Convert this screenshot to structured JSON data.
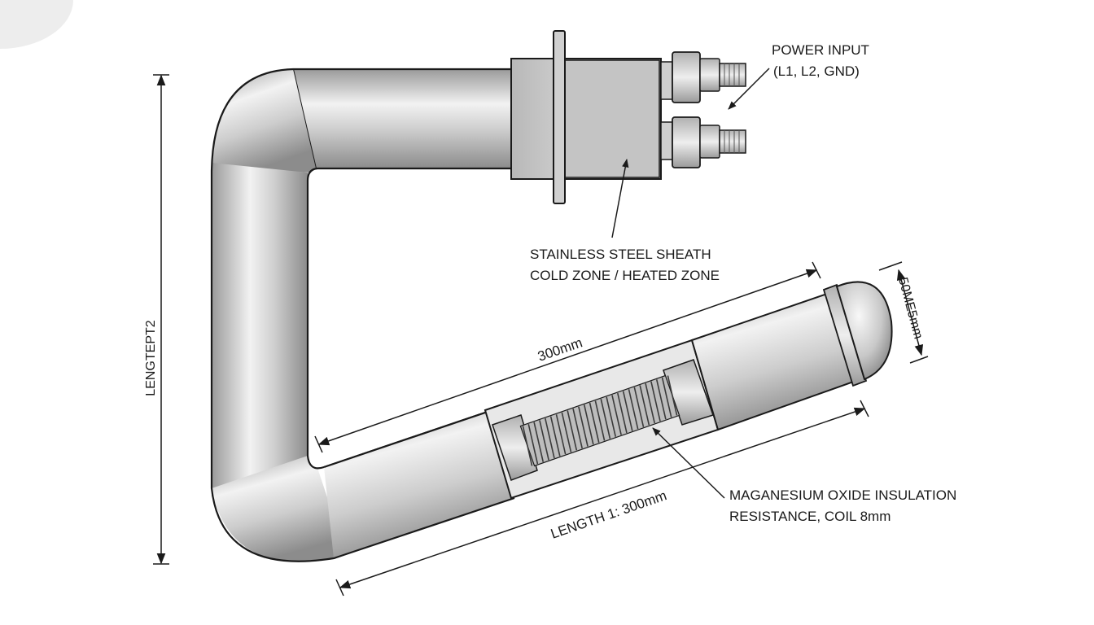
{
  "labels": {
    "power_input_line1": "POWER INPUT",
    "power_input_line2": "(L1, L2, GND)",
    "sheath_line1": "STAINLESS STEEL SHEATH",
    "sheath_line2": "COLD ZONE / HEATED ZONE",
    "insulation_line1": "MAGANESIUM OXIDE INSULATION",
    "insulation_line2": "RESISTANCE, COIL 8mm",
    "dim_upper": "300mm",
    "dim_lower": "LENGTH 1: 300mm",
    "dim_vertical": "LENGTEPT2",
    "dim_diameter": "50ME5mm"
  },
  "colors": {
    "line": "#1a1a1a",
    "metal_light": "#f4f4f4",
    "metal_mid": "#c9c9c9",
    "metal_dark": "#8a8a8a"
  }
}
